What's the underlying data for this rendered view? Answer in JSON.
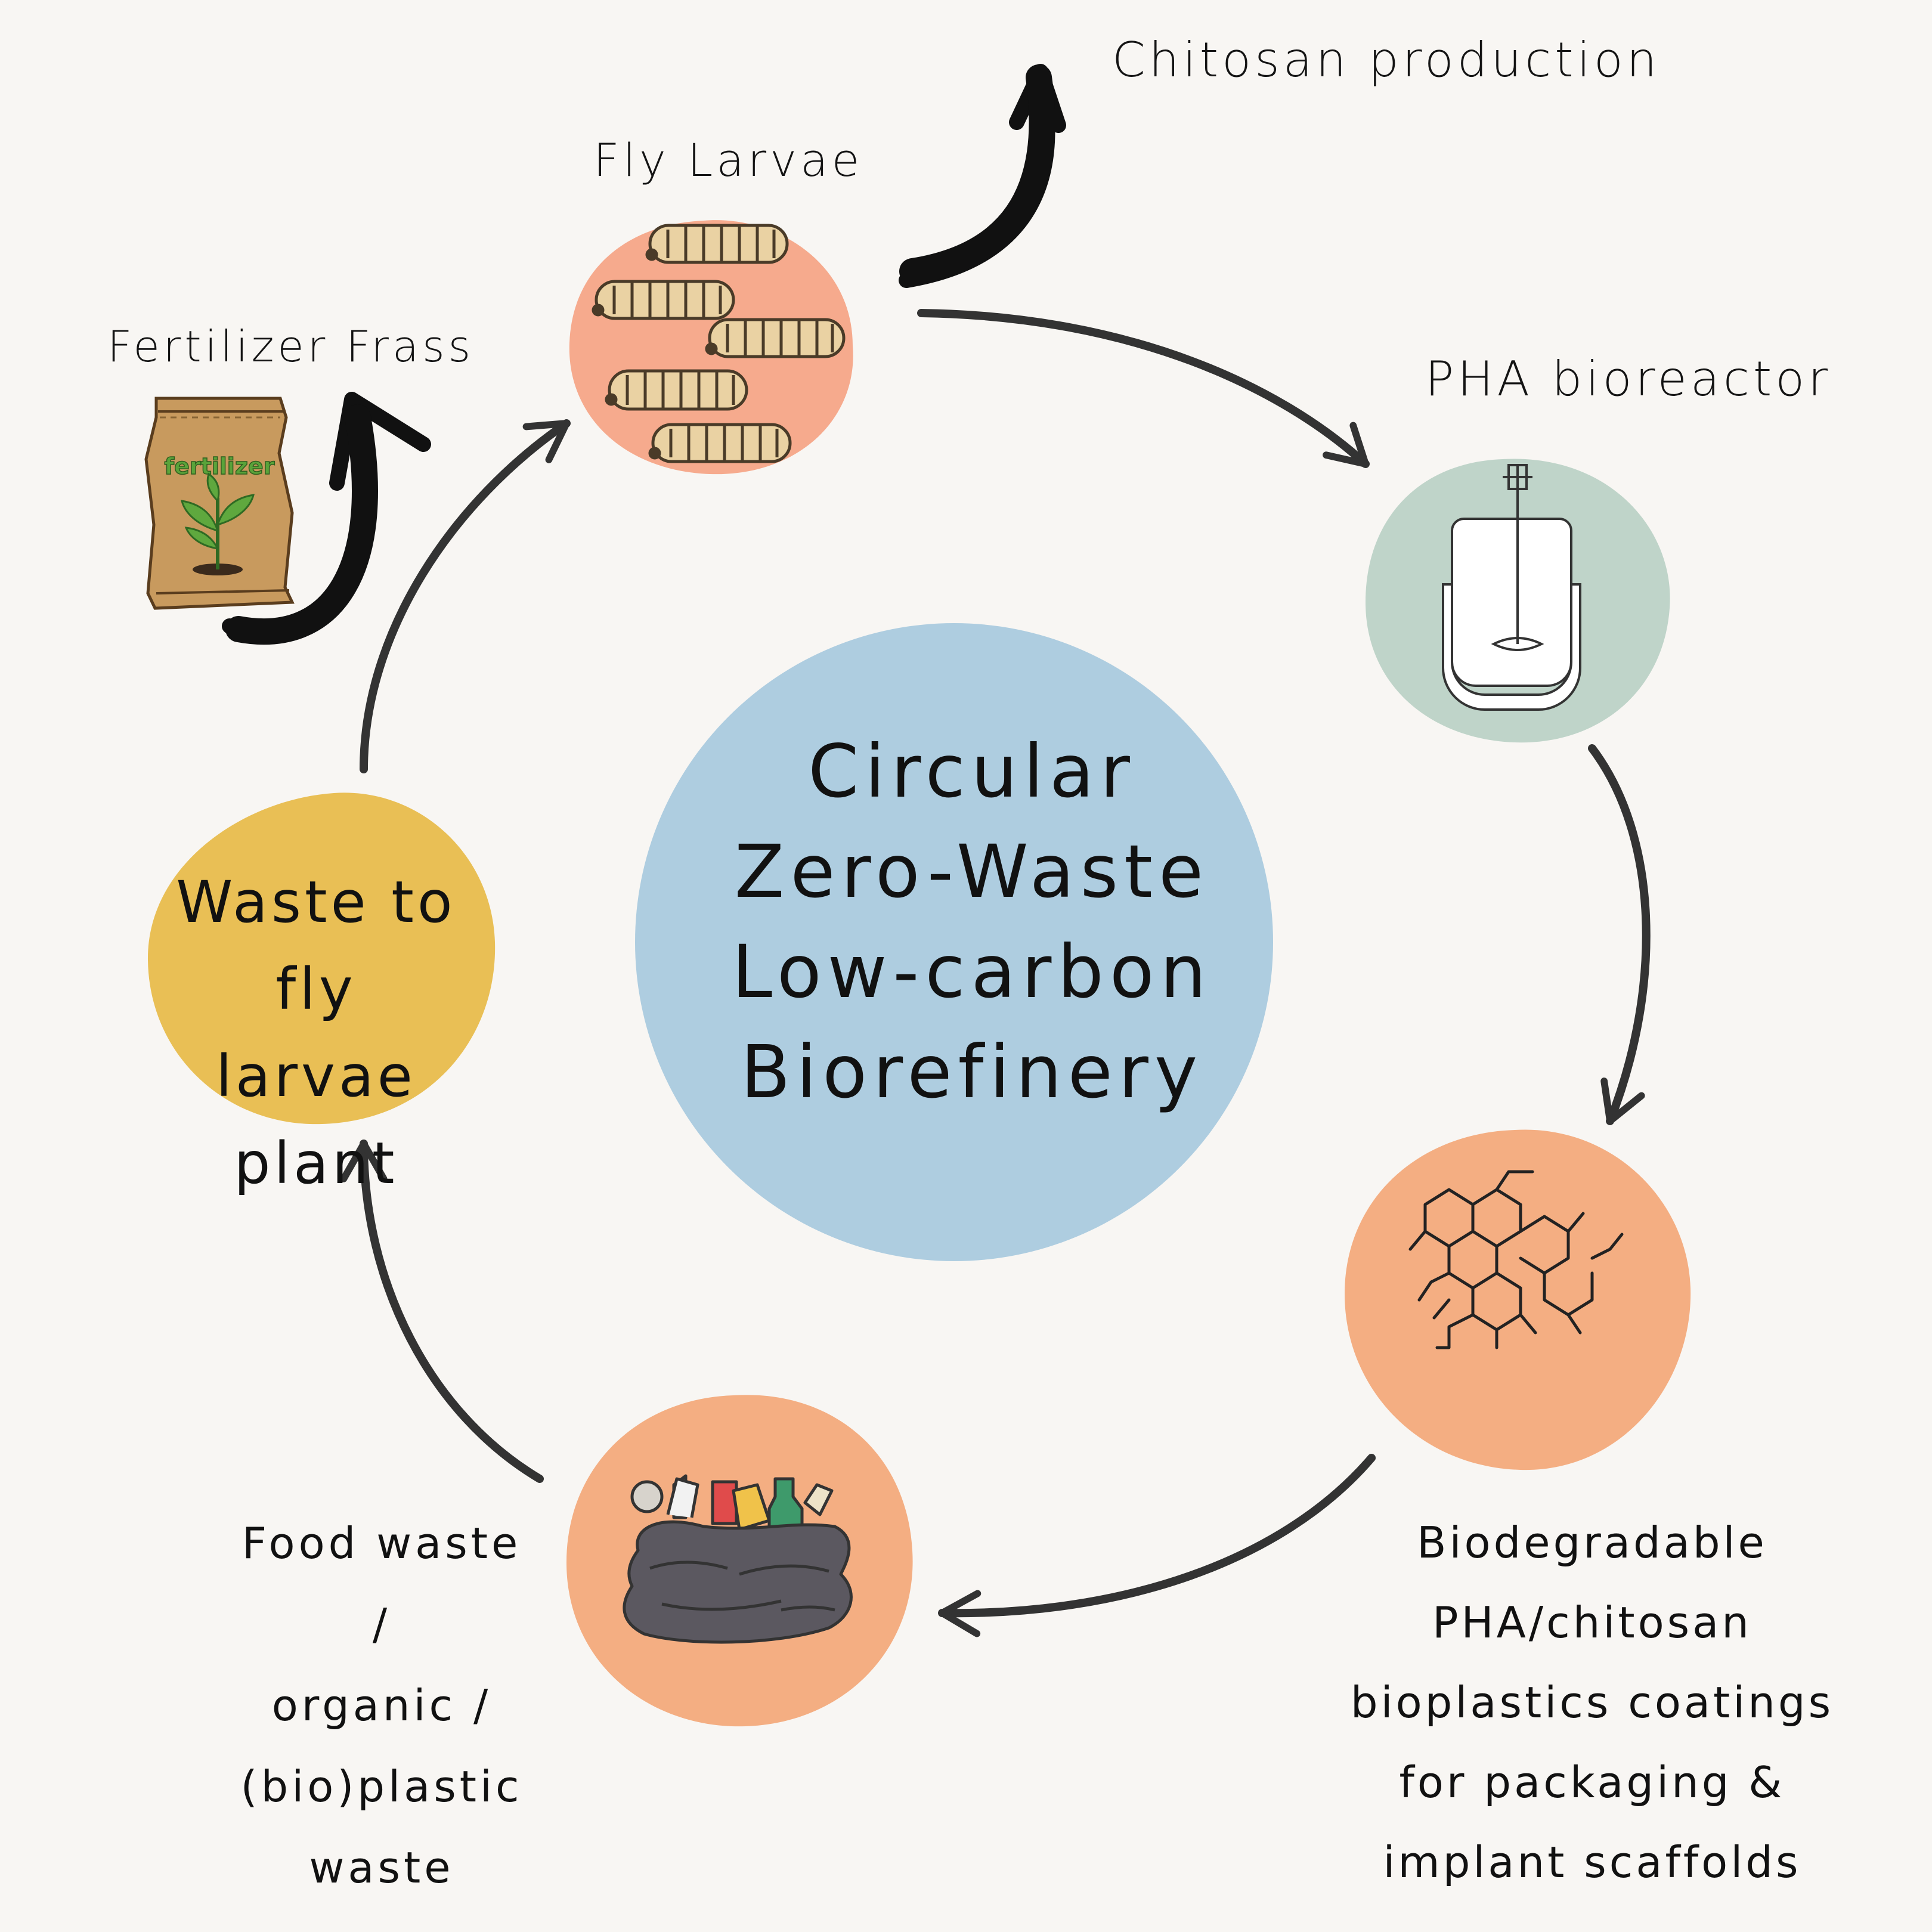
{
  "center": {
    "lines": [
      "Circular",
      "Zero-Waste",
      "Low-carbon",
      "Biorefinery"
    ]
  },
  "nodes": {
    "fly_larvae": {
      "label": "Fly Larvae"
    },
    "pha_bioreactor": {
      "label": "PHA bioreactor"
    },
    "bioplastics": {
      "lines": [
        "Biodegradable",
        "PHA/chitosan",
        "bioplastics coatings",
        "for packaging &",
        "implant scaffolds"
      ]
    },
    "food_waste": {
      "lines": [
        "Food waste /",
        "organic /",
        "(bio)plastic",
        "waste"
      ]
    },
    "waste_plant": {
      "lines": [
        "Waste to fly",
        "larvae plant"
      ]
    }
  },
  "outputs": {
    "chitosan": {
      "label": "Chitosan production"
    },
    "fertilizer": {
      "label": "Fertilizer Frass",
      "bag_text": "fertilizer"
    }
  },
  "colors": {
    "background": "#f8f6f3",
    "center": "#aecde0",
    "fly_larvae": "#f6aa8d",
    "pha_bioreactor": "#bfd4c9",
    "bioplastics": "#f4ae82",
    "food_waste": "#f4ae82",
    "waste_plant": "#e9bf55",
    "arrow": "#333333"
  },
  "icons": {
    "fly_larvae": "larvae-icon",
    "pha_bioreactor": "bioreactor-icon",
    "bioplastics": "molecule-icon",
    "food_waste": "garbage-bag-icon",
    "fertilizer": "fertilizer-bag-icon"
  }
}
